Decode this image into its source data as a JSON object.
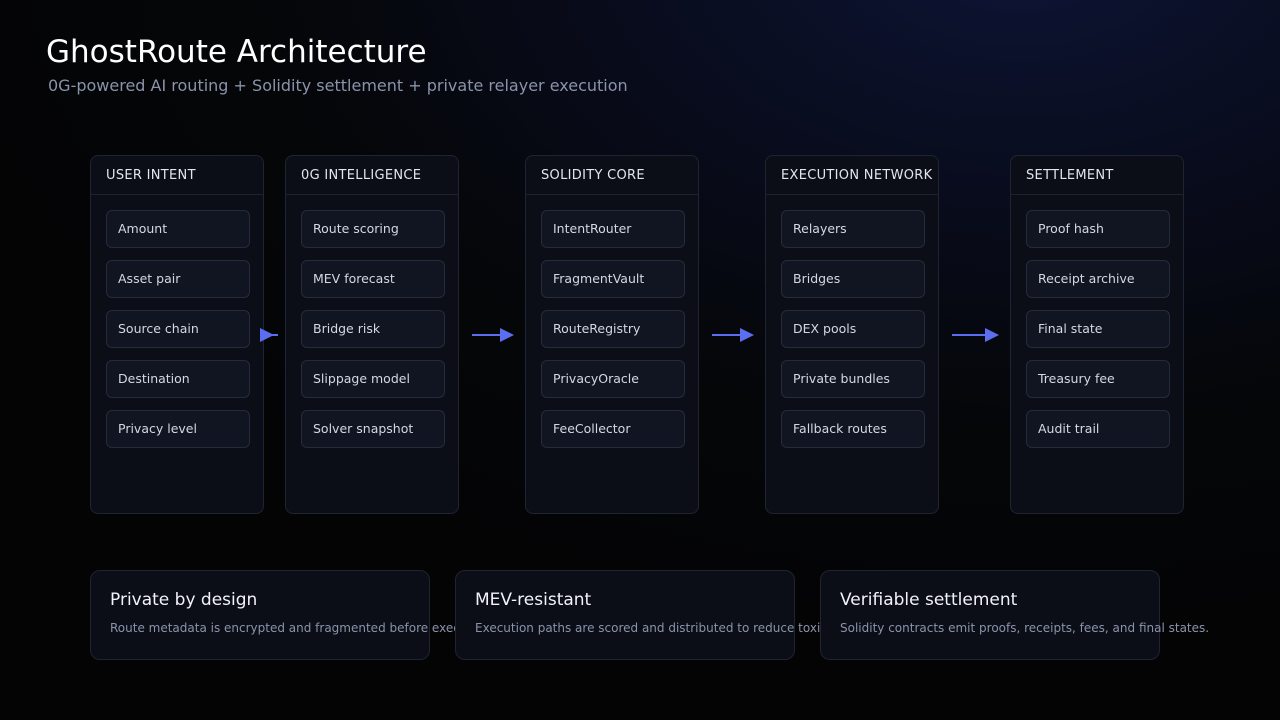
{
  "header": {
    "title": "GhostRoute Architecture",
    "subtitle": "0G-powered AI routing + Solidity settlement + private relayer execution"
  },
  "accent_color": "#5b6ef0",
  "columns": [
    {
      "title": "USER INTENT",
      "items": [
        "Amount",
        "Asset pair",
        "Source chain",
        "Destination",
        "Privacy level"
      ]
    },
    {
      "title": "0G INTELLIGENCE",
      "items": [
        "Route scoring",
        "MEV forecast",
        "Bridge risk",
        "Slippage model",
        "Solver snapshot"
      ]
    },
    {
      "title": "SOLIDITY CORE",
      "items": [
        "IntentRouter",
        "FragmentVault",
        "RouteRegistry",
        "PrivacyOracle",
        "FeeCollector"
      ]
    },
    {
      "title": "EXECUTION NETWORK",
      "items": [
        "Relayers",
        "Bridges",
        "DEX pools",
        "Private bundles",
        "Fallback routes"
      ]
    },
    {
      "title": "SETTLEMENT",
      "items": [
        "Proof hash",
        "Receipt archive",
        "Final state",
        "Treasury fee",
        "Audit trail"
      ]
    }
  ],
  "edges": [
    {
      "from": "USER INTENT",
      "to": "0G INTELLIGENCE"
    },
    {
      "from": "0G INTELLIGENCE",
      "to": "SOLIDITY CORE"
    },
    {
      "from": "SOLIDITY CORE",
      "to": "EXECUTION NETWORK"
    },
    {
      "from": "EXECUTION NETWORK",
      "to": "SETTLEMENT"
    }
  ],
  "features": [
    {
      "title": "Private by design",
      "text": "Route metadata is encrypted and fragmented before execution."
    },
    {
      "title": "MEV-resistant",
      "text": "Execution paths are scored and distributed to reduce toxic flow."
    },
    {
      "title": "Verifiable settlement",
      "text": "Solidity contracts emit proofs, receipts, fees, and final states."
    }
  ]
}
